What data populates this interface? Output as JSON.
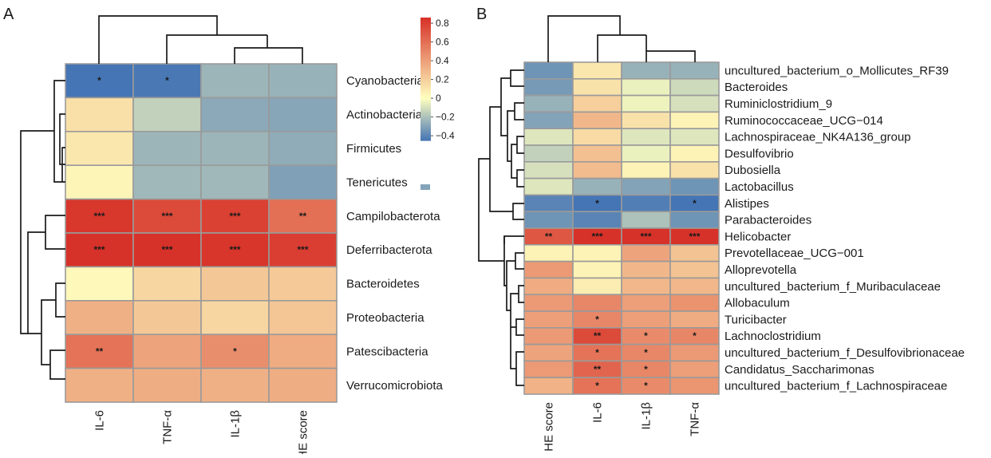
{
  "chart_data": [
    {
      "type": "heatmap",
      "panel_label": "A",
      "rows": [
        "Cyanobacteria",
        "Actinobacteria",
        "Firmicutes",
        "Tenericutes",
        "Campilobacterota",
        "Deferribacterota",
        "Bacteroidetes",
        "Proteobacteria",
        "Patescibacteria",
        "Verrucomicrobiota"
      ],
      "columns": [
        "IL-6",
        "TNF-α",
        "IL-1β",
        "HE score"
      ],
      "values": [
        [
          -0.45,
          -0.44,
          -0.24,
          -0.25
        ],
        [
          0.13,
          -0.15,
          -0.28,
          -0.29
        ],
        [
          0.1,
          -0.24,
          -0.24,
          -0.27
        ],
        [
          0.04,
          -0.23,
          -0.23,
          -0.31
        ],
        [
          0.83,
          0.75,
          0.79,
          0.6
        ],
        [
          0.85,
          0.85,
          0.84,
          0.8
        ],
        [
          0.03,
          0.17,
          0.23,
          0.22
        ],
        [
          0.33,
          0.23,
          0.17,
          0.24
        ],
        [
          0.58,
          0.38,
          0.47,
          0.35
        ],
        [
          0.33,
          0.34,
          0.33,
          0.34
        ]
      ],
      "significance": [
        [
          "*",
          "*",
          "",
          ""
        ],
        [
          "",
          "",
          "",
          ""
        ],
        [
          "",
          "",
          "",
          ""
        ],
        [
          "",
          "",
          "",
          ""
        ],
        [
          "***",
          "***",
          "***",
          "**"
        ],
        [
          "***",
          "***",
          "***",
          "***"
        ],
        [
          "",
          "",
          "",
          ""
        ],
        [
          "",
          "",
          "",
          ""
        ],
        [
          "**",
          "",
          "*",
          ""
        ],
        [
          "",
          "",
          "",
          ""
        ]
      ],
      "colorbar": {
        "min": -0.45,
        "max": 0.86,
        "ticks": [
          "0.8",
          "0.6",
          "0.4",
          "0.2",
          "0",
          "−0.2",
          "−0.4"
        ],
        "tick_values": [
          0.8,
          0.6,
          0.4,
          0.2,
          0,
          -0.2,
          -0.4
        ]
      },
      "colors": {
        "low": "#4575b4",
        "mid": "#ffffbf",
        "high": "#d73027",
        "cell_border": "#9a9a9a"
      },
      "dendrograms": "rows and columns clustered"
    },
    {
      "type": "heatmap",
      "panel_label": "B",
      "rows": [
        "uncultured_bacterium_o_Mollicutes_RF39",
        "Bacteroides",
        "Ruminiclostridium_9",
        "Ruminococcaceae_UCG−014",
        "Lachnospiraceae_NK4A136_group",
        "Desulfovibrio",
        "Dubosiella",
        "Lactobacillus",
        "Alistipes",
        "Parabacteroides",
        "Helicobacter",
        "Prevotellaceae_UCG−001",
        "Alloprevotella",
        "uncultured_bacterium_f_Muribaculaceae",
        "Allobaculum",
        "Turicibacter",
        "Lachnoclostridium",
        "uncultured_bacterium_f_Desulfovibrionaceae",
        "Candidatus_Saccharimonas",
        "uncultured_bacterium_f_Lachnospiraceae"
      ],
      "columns": [
        "HE score",
        "IL-6",
        "IL-1β",
        "TNF-α"
      ],
      "values": [
        [
          -0.35,
          0.1,
          -0.25,
          -0.25
        ],
        [
          -0.33,
          0.12,
          -0.05,
          -0.12
        ],
        [
          -0.25,
          0.2,
          -0.04,
          -0.1
        ],
        [
          -0.3,
          0.3,
          0.12,
          0.05
        ],
        [
          -0.08,
          0.15,
          -0.08,
          -0.08
        ],
        [
          -0.15,
          0.26,
          -0.05,
          0.05
        ],
        [
          -0.1,
          0.28,
          0.05,
          0.12
        ],
        [
          -0.08,
          -0.25,
          -0.3,
          -0.35
        ],
        [
          -0.4,
          -0.55,
          -0.42,
          -0.6
        ],
        [
          -0.35,
          -0.4,
          -0.2,
          -0.35
        ],
        [
          0.7,
          0.85,
          0.85,
          0.85
        ],
        [
          0.05,
          0.05,
          0.38,
          0.25
        ],
        [
          0.42,
          0.05,
          0.3,
          0.25
        ],
        [
          0.35,
          0.08,
          0.3,
          0.3
        ],
        [
          0.42,
          0.5,
          0.4,
          0.45
        ],
        [
          0.4,
          0.5,
          0.4,
          0.35
        ],
        [
          0.42,
          0.75,
          0.48,
          0.5
        ],
        [
          0.38,
          0.58,
          0.5,
          0.42
        ],
        [
          0.42,
          0.64,
          0.5,
          0.4
        ],
        [
          0.32,
          0.58,
          0.48,
          0.44
        ]
      ],
      "significance": [
        [
          "",
          "",
          "",
          ""
        ],
        [
          "",
          "",
          "",
          ""
        ],
        [
          "",
          "",
          "",
          ""
        ],
        [
          "",
          "",
          "",
          ""
        ],
        [
          "",
          "",
          "",
          ""
        ],
        [
          "",
          "",
          "",
          ""
        ],
        [
          "",
          "",
          "",
          ""
        ],
        [
          "",
          "",
          "",
          ""
        ],
        [
          "",
          "*",
          "",
          "*"
        ],
        [
          "",
          "",
          "",
          ""
        ],
        [
          "**",
          "***",
          "***",
          "***"
        ],
        [
          "",
          "",
          "",
          ""
        ],
        [
          "",
          "",
          "",
          ""
        ],
        [
          "",
          "",
          "",
          ""
        ],
        [
          "",
          "",
          "",
          ""
        ],
        [
          "",
          "*",
          "",
          ""
        ],
        [
          "",
          "**",
          "*",
          "*"
        ],
        [
          "",
          "*",
          "*",
          ""
        ],
        [
          "",
          "**",
          "*",
          ""
        ],
        [
          "",
          "*",
          "*",
          ""
        ]
      ],
      "colors": {
        "low": "#4575b4",
        "mid": "#ffffbf",
        "high": "#d73027",
        "cell_border": "#9a9a9a"
      },
      "dendrograms": "rows and columns clustered"
    }
  ]
}
